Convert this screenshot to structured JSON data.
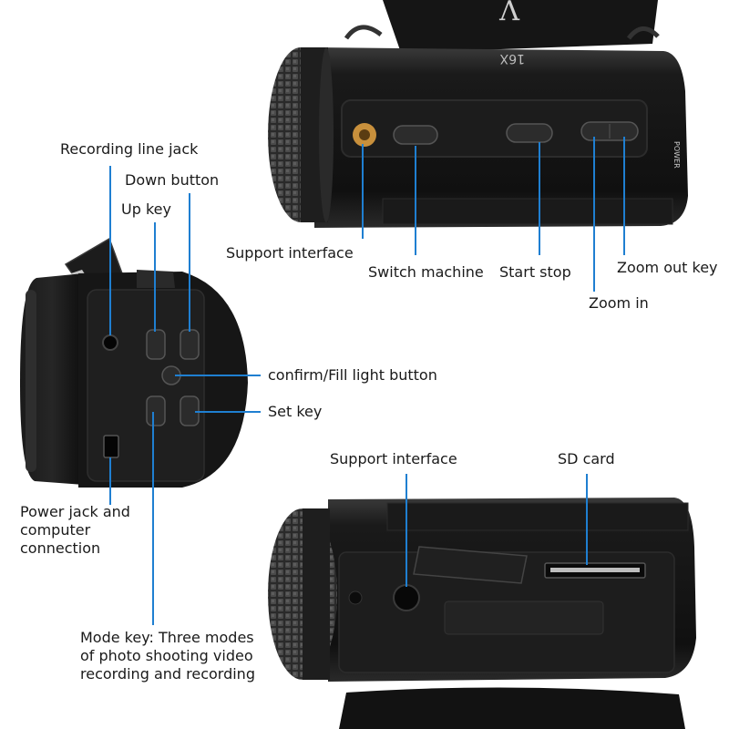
{
  "colors": {
    "leader_line": "#1f7fd1",
    "camera_body": "#141414",
    "camera_panel": "#1e1e1e",
    "background": "#ffffff",
    "text": "#1a1a1a",
    "mount_gold": "#c8903c"
  },
  "camera_prints": {
    "zoom_text": "16X",
    "power_text": "POWER",
    "strap_text": "V"
  },
  "labels": {
    "recording_line_jack": "Recording line jack",
    "down_button": "Down button",
    "up_key": "Up key",
    "support_interface_top": "Support interface",
    "switch_machine": "Switch machine",
    "start_stop": "Start stop",
    "zoom_out_key": "Zoom out key",
    "zoom_in": "Zoom in",
    "confirm_fill_light": "confirm/Fill light button",
    "set_key": "Set key",
    "power_jack": "Power jack and computer connection",
    "support_interface_bottom": "Support interface",
    "sd_card": "SD card",
    "mode_key": "Mode key: Three modes of photo shooting video recording and recording"
  }
}
